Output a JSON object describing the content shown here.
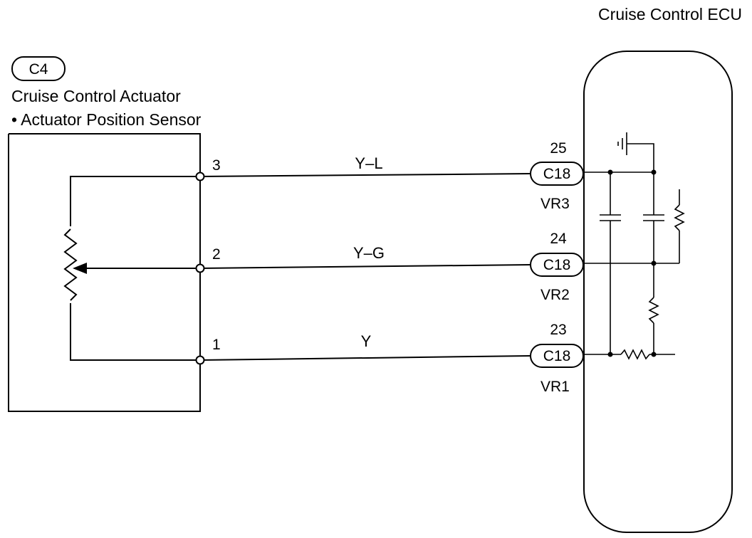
{
  "ecu": {
    "title": "Cruise Control ECU"
  },
  "actuator": {
    "connector": "C4",
    "title": "Cruise Control Actuator",
    "subtitle": "• Actuator Position Sensor"
  },
  "wires": [
    {
      "pin": "3",
      "color": "Y–L",
      "ecu_pin": "25",
      "connector": "C18",
      "terminal": "VR3"
    },
    {
      "pin": "2",
      "color": "Y–G",
      "ecu_pin": "24",
      "connector": "C18",
      "terminal": "VR2"
    },
    {
      "pin": "1",
      "color": "Y",
      "ecu_pin": "23",
      "connector": "C18",
      "terminal": "VR1"
    }
  ]
}
